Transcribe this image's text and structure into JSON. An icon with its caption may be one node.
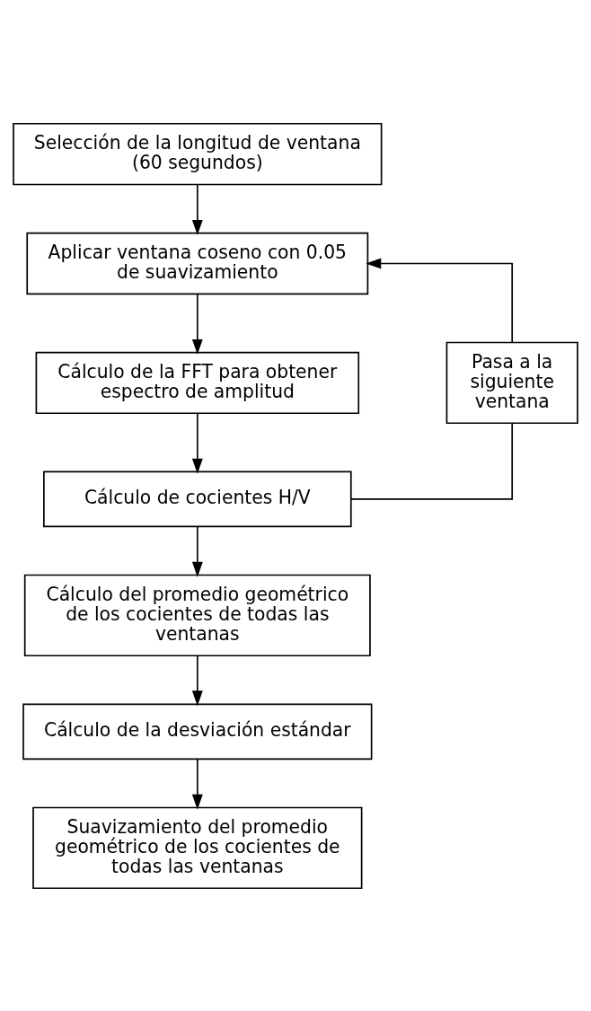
{
  "diagram": {
    "nodes": [
      {
        "text": [
          "Selección de la longitud de ventana (60 segundos)"
        ]
      },
      {
        "text": [
          "Aplicar ventana coseno con 0.05 de suavizamiento"
        ]
      },
      {
        "text": [
          "Cálculo de la FFT para obtener espectro de amplitud"
        ]
      },
      {
        "text": [
          "Cálculo de cocientes H/V"
        ]
      },
      {
        "text": [
          "Pasa a la siguiente ventana"
        ]
      },
      {
        "text": [
          "Cálculo del promedio geométrico de los cocientes de todas las ventanas"
        ]
      },
      {
        "text": [
          "Cálculo de la desviación estándar"
        ]
      },
      {
        "text": [
          "Suavizamiento del promedio geométrico de los cocientes de todas las ventanas"
        ]
      }
    ],
    "edges": [
      {
        "from": 0,
        "to": 1,
        "arrow": "to"
      },
      {
        "from": 1,
        "to": 2,
        "arrow": "to"
      },
      {
        "from": 2,
        "to": 3,
        "arrow": "to"
      },
      {
        "from": 3,
        "to": 5,
        "arrow": "to"
      },
      {
        "from": 3,
        "to": 4,
        "arrow": "none"
      },
      {
        "from": 4,
        "to": 1,
        "arrow": "to"
      },
      {
        "from": 5,
        "to": 6,
        "arrow": "to"
      },
      {
        "from": 6,
        "to": 7,
        "arrow": "to"
      }
    ]
  }
}
